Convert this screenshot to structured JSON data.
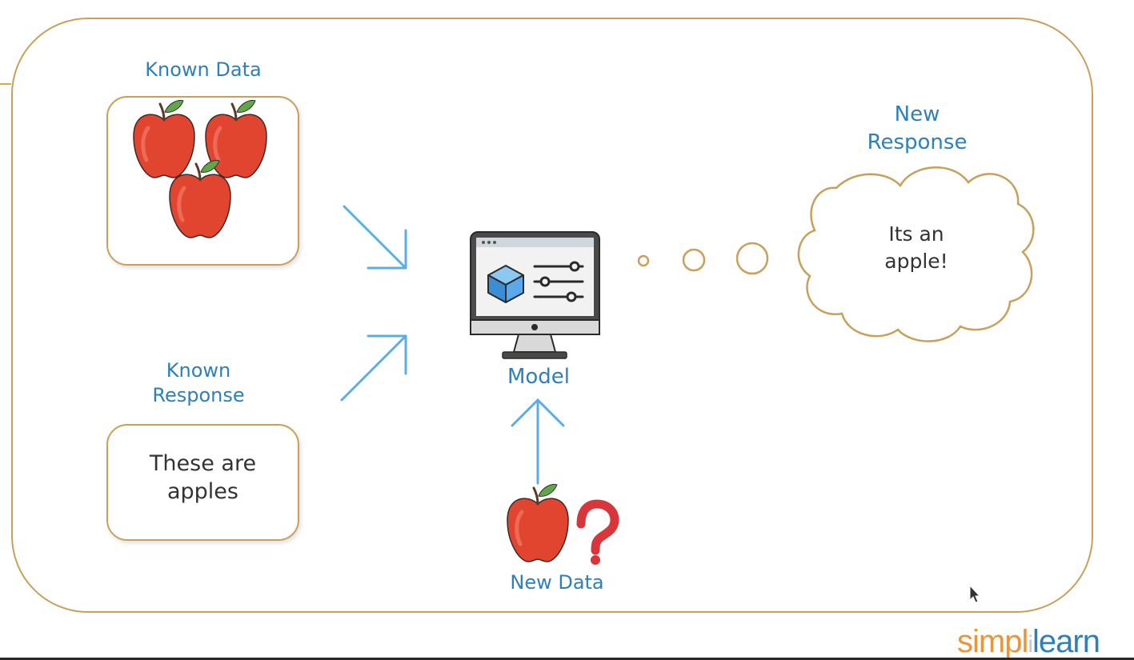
{
  "labels": {
    "known_data": "Known Data",
    "known_response_line1": "Known",
    "known_response_line2": "Response",
    "model": "Model",
    "new_data": "New Data",
    "new_response_line1": "New",
    "new_response_line2": "Response"
  },
  "known_response_box": {
    "line1": "These are",
    "line2": "apples"
  },
  "cloud": {
    "line1": "Its an",
    "line2": "apple!"
  },
  "logo": {
    "part1": "simpl",
    "separator": "i",
    "part2": "learn"
  },
  "icons": [
    "apple-icon",
    "monitor-icon",
    "cube-icon",
    "slider-icon",
    "question-mark-icon",
    "cursor-icon"
  ],
  "colors": {
    "frame": "#c8a05a",
    "label_blue": "#2f7fb8",
    "arrow_blue": "#5aaee3",
    "apple_red": "#e2452f",
    "question_red": "#d8363a",
    "logo_orange": "#e8963c"
  }
}
